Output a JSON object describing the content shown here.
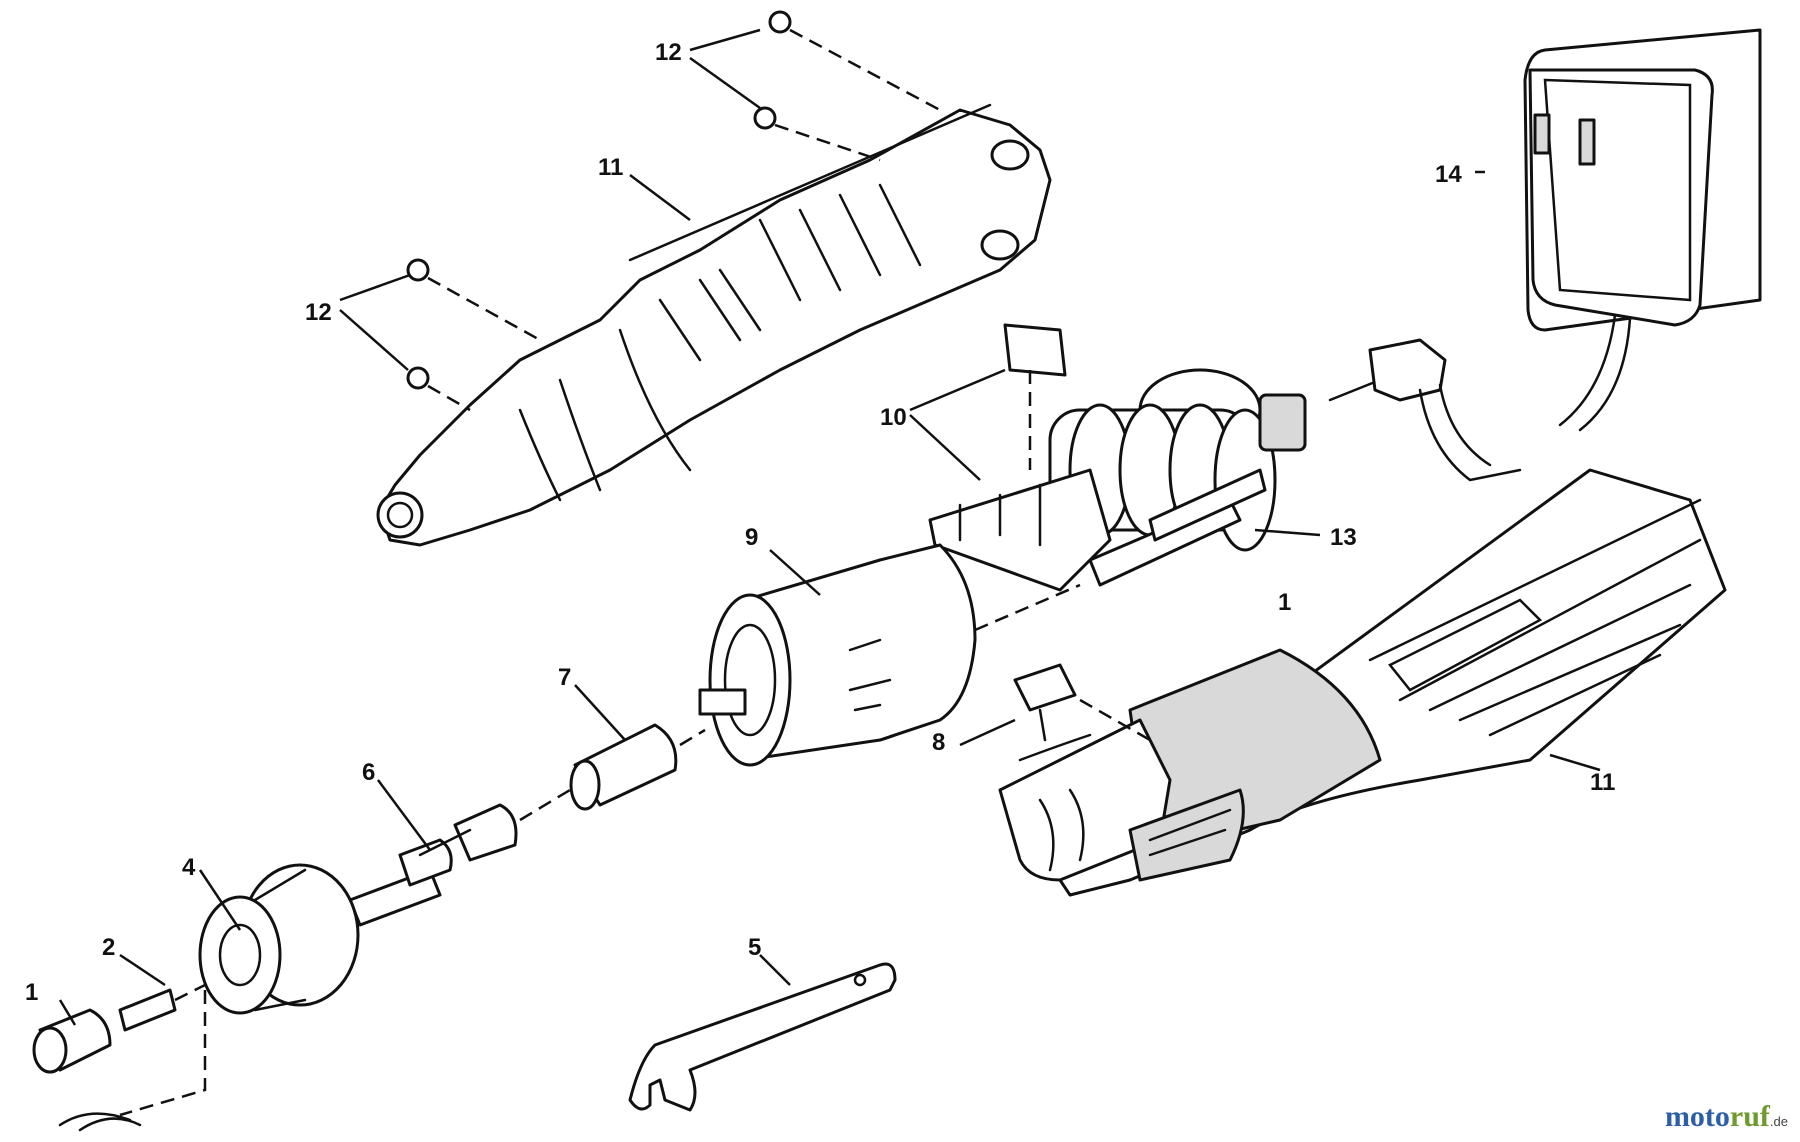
{
  "diagram": {
    "callouts": [
      "1",
      "2",
      "4",
      "5",
      "6",
      "7",
      "8",
      "9",
      "10",
      "11",
      "11",
      "12",
      "12",
      "13",
      "14",
      "1"
    ]
  },
  "brand": {
    "logo_text": "moto",
    "logo_text_2": "ruf",
    "logo_suffix": ".de",
    "colors": {
      "primary": "#2d5fa8",
      "secondary": "#6f9a2e"
    }
  }
}
